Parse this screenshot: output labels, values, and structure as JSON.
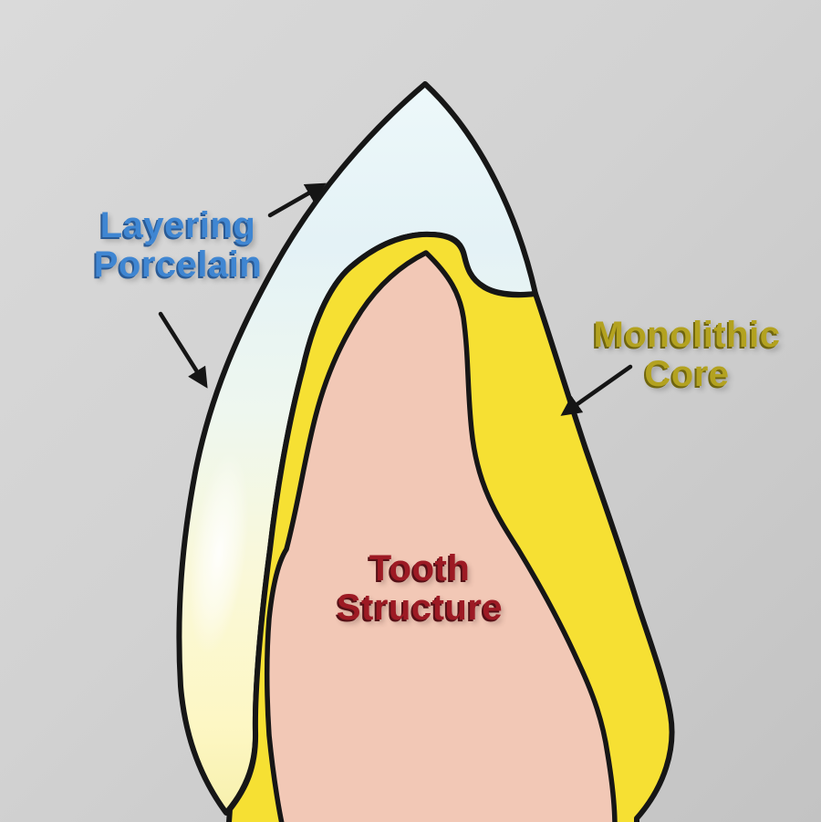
{
  "diagram": {
    "subject": "dental-crown-cross-section",
    "labels": {
      "layering_porcelain": {
        "line1": "Layering",
        "line2": "Porcelain",
        "color": "#3f86d2"
      },
      "monolithic_core": {
        "line1": "Monolithic",
        "line2": "Core",
        "color": "#b3a220"
      },
      "tooth_structure": {
        "line1": "Tooth",
        "line2": "Structure",
        "color": "#9d1a24"
      }
    },
    "colors": {
      "background_top": "#dadada",
      "background_bottom": "#c3c3c3",
      "porcelain_blue_top": "#e9f5f9",
      "porcelain_cream_bottom": "#f7f0ad",
      "core_yellow": "#f6e033",
      "tooth_pink": "#f2c8b6",
      "outline_black": "#161616",
      "arrow_black": "#151515"
    }
  }
}
